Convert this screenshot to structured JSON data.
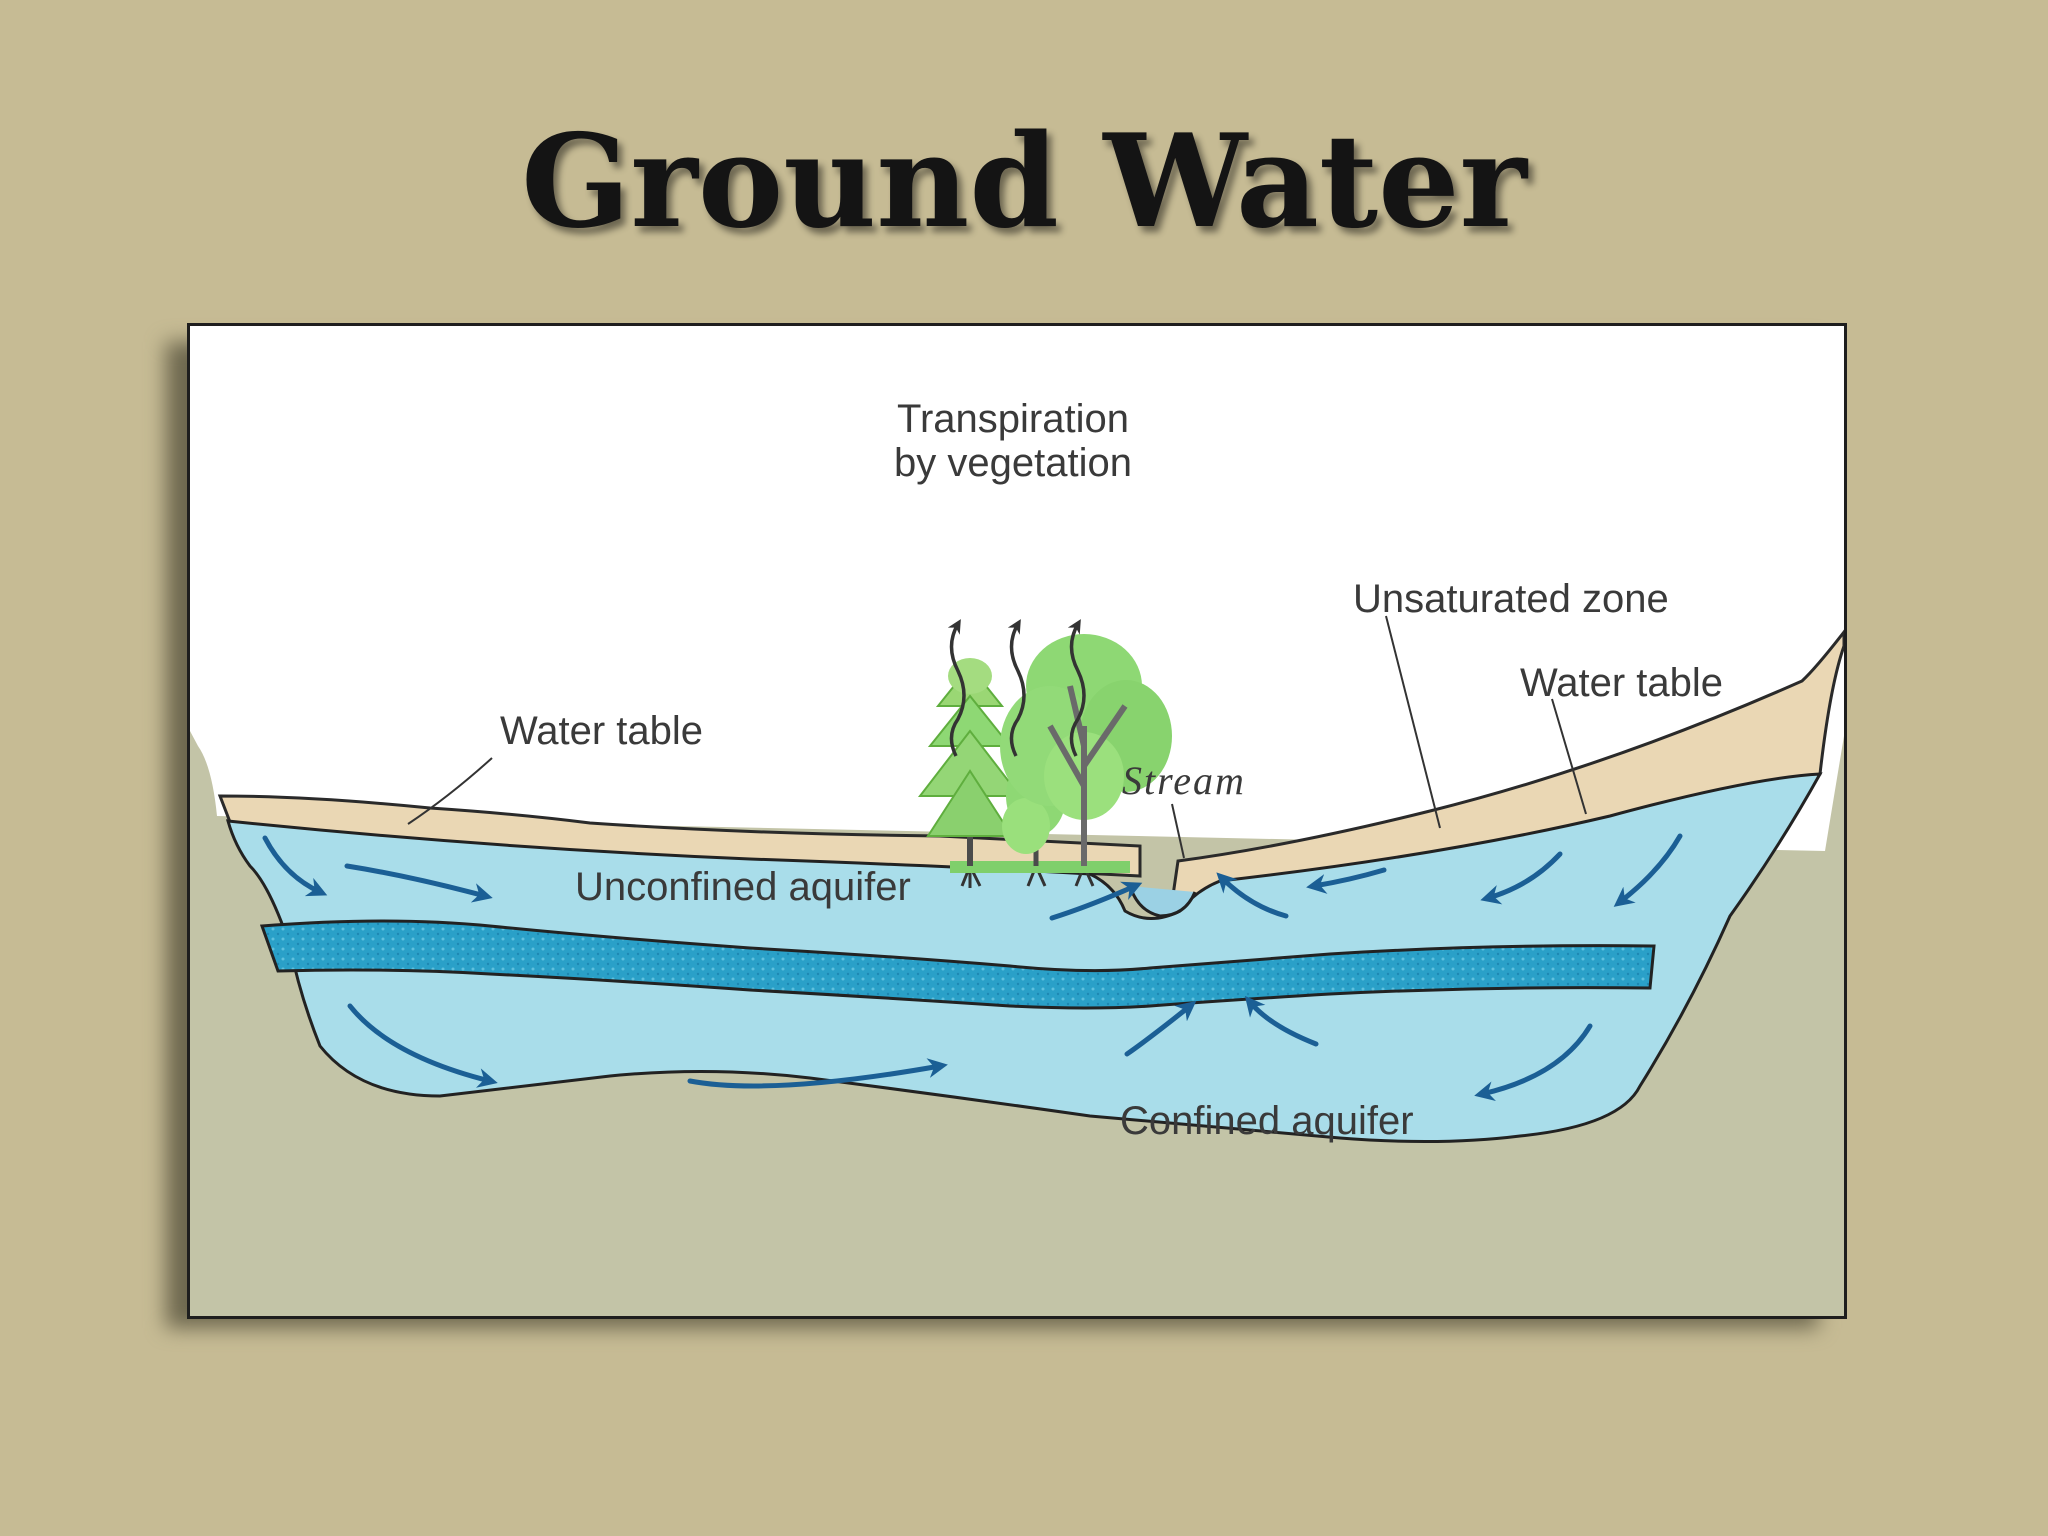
{
  "slide": {
    "title": "Ground Water"
  },
  "diagram": {
    "labels": {
      "transpiration_line1": "Transpiration",
      "transpiration_line2": "by vegetation",
      "unsaturated_zone": "Unsaturated zone",
      "water_table_left": "Water table",
      "water_table_right": "Water table",
      "stream": "Stream",
      "unconfined_aquifer": "Unconfined aquifer",
      "confined_aquifer": "Confined aquifer"
    },
    "colors": {
      "background": "#c6bb94",
      "bedrock": "#c3c4a7",
      "aquifer_water": "#a9ddea",
      "confining_layer": "#2aa0c8",
      "unsaturated_zone": "#ead7b4",
      "flow_arrows": "#1b5f95",
      "vegetation_light": "#8ed874",
      "vegetation_dark": "#5fae3e"
    },
    "icons": [
      "wavy-up-arrow-icon",
      "tree-icon",
      "flow-arrow-icon"
    ]
  }
}
